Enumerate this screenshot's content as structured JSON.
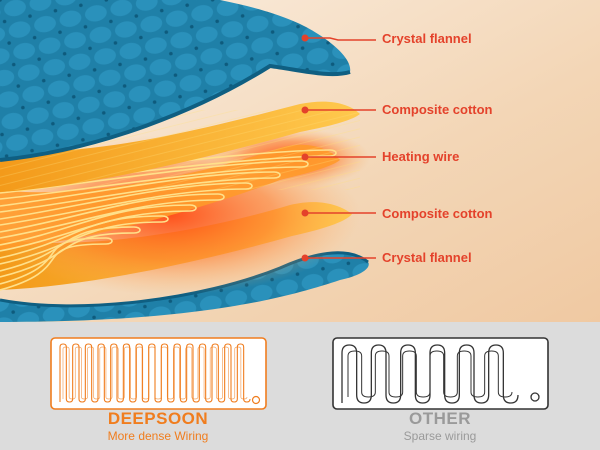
{
  "labels": {
    "top_flannel": "Crystal flannel",
    "top_cotton": "Composite cotton",
    "heating_wire": "Heating wire",
    "bottom_cotton": "Composite cotton",
    "bottom_flannel": "Crystal flannel"
  },
  "comparison": {
    "left": {
      "name": "DEEPSOON",
      "subtitle": "More dense Wiring",
      "color": "#f07d1e"
    },
    "right": {
      "name": "OTHER",
      "subtitle": "Sparse wiring",
      "color": "#9a9a9a"
    }
  },
  "colors": {
    "flannel": "#1c7ea6",
    "cotton": "#f5a623",
    "wire": "#ff5a1a",
    "callout": "#e4422b",
    "background": "#f6e2cd",
    "panel": "#dcdcdc"
  }
}
